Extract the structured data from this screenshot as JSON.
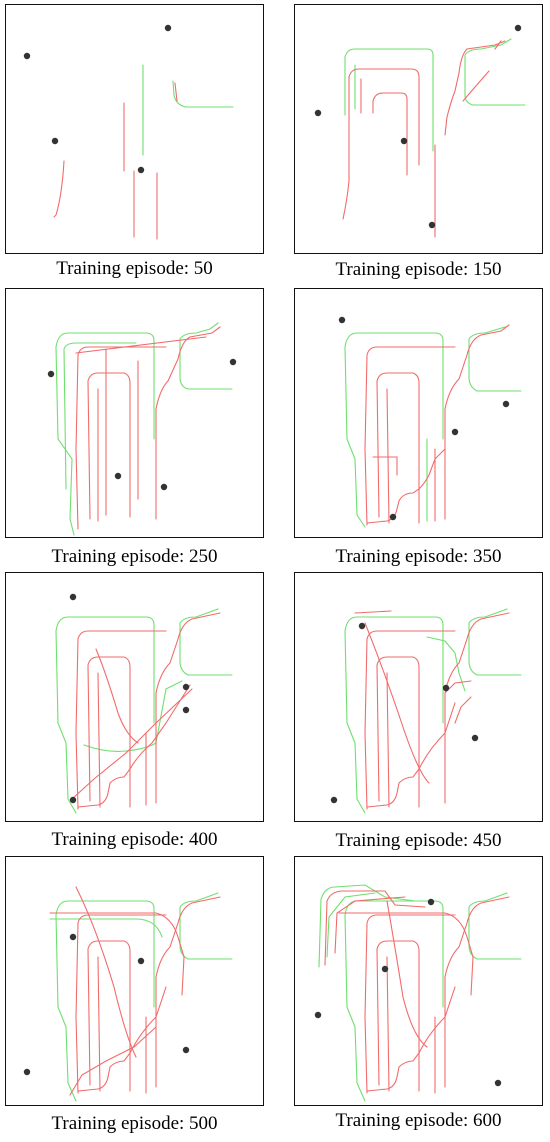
{
  "colors": {
    "red": "#f26b6b",
    "green": "#6ee06e",
    "dot": "#333333",
    "frame": "#111111"
  },
  "panels": [
    {
      "caption": "Training episode: 50"
    },
    {
      "caption": "Training episode: 150"
    },
    {
      "caption": "Training episode: 250"
    },
    {
      "caption": "Training episode: 350"
    },
    {
      "caption": "Training episode: 400"
    },
    {
      "caption": "Training episode: 450"
    },
    {
      "caption": "Training episode: 500"
    },
    {
      "caption": "Training episode: 600"
    }
  ]
}
